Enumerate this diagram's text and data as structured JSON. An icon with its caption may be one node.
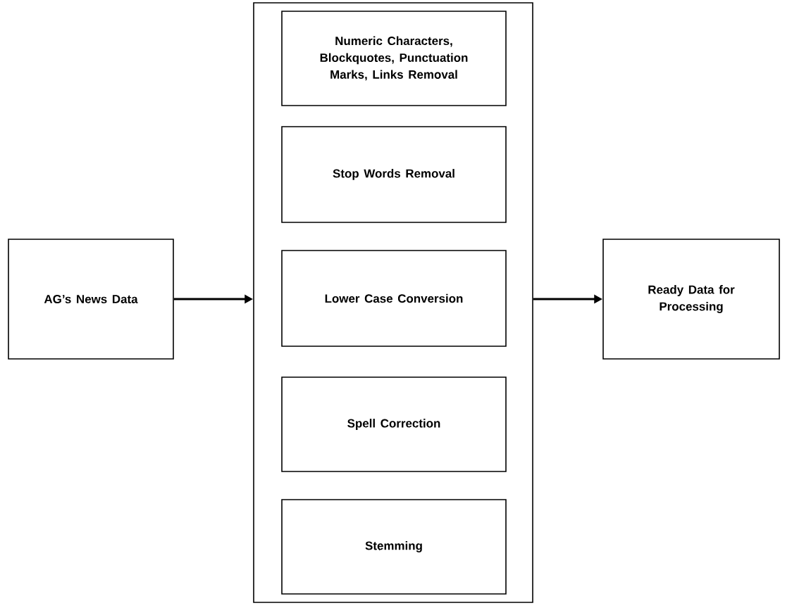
{
  "diagram": {
    "nodes": [
      {
        "text": [
          "AG’s News Data"
        ]
      },
      {
        "text": [],
        "shape": "box"
      },
      {
        "text": [
          "Numeric Characters, Blockquotes, Punctuation Marks, Links Removal"
        ],
        "in": 1
      },
      {
        "text": [
          "Stop Words Removal"
        ],
        "in": 1
      },
      {
        "text": [
          "Lower Case Conversion"
        ],
        "in": 1
      },
      {
        "text": [
          "Spell Correction"
        ],
        "in": 1
      },
      {
        "text": [
          "Stemming"
        ],
        "in": 1
      },
      {
        "text": [
          "Ready Data for Processing"
        ]
      }
    ],
    "edges": [
      {
        "from": 0,
        "to": 1,
        "arrow": "to"
      },
      {
        "from": 1,
        "to": 7,
        "arrow": "to"
      }
    ]
  }
}
